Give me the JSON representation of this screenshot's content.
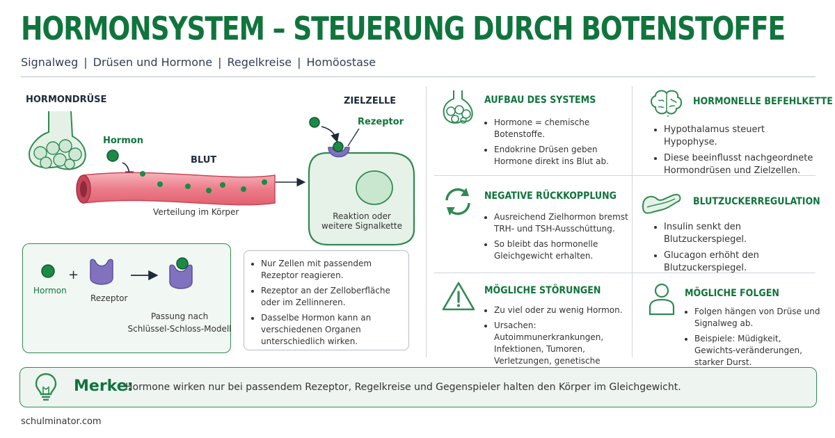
{
  "header": {
    "title": "Hormonsystem – Steuerung durch Botenstoffe",
    "subtitle_items": [
      "Signalweg",
      "Drüsen und Hormone",
      "Regelkreise",
      "Homöostase"
    ],
    "subtitle_separator": "|"
  },
  "diagram": {
    "gland_label": "HORMONDRÜSE",
    "hormone_label": "Hormon",
    "blood_label": "BLUT",
    "distribution_label": "Verteilung im Körper",
    "target_cell_label": "ZIELZELLE",
    "receptor_label": "Rezeptor",
    "reaction_label_line1": "Reaktion oder",
    "reaction_label_line2": "weitere Signalkette"
  },
  "lock_key_box": {
    "hormone_label": "Hormon",
    "plus": "+",
    "receptor_label": "Rezeptor",
    "caption_line1": "Passung nach",
    "caption_line2": "Schlüssel-Schloss-Modell"
  },
  "notes_box": {
    "items": [
      "Nur Zellen mit passendem Rezeptor reagieren.",
      "Rezeptor an der Zelloberfläche oder im Zellinneren.",
      "Dasselbe Hormon kann an verschiedenen Organen unterschiedlich wirken."
    ]
  },
  "sections": {
    "aufbau": {
      "title": "AUFBAU DES SYSTEMS",
      "icon": "gland-icon",
      "items": [
        "Hormone = chemische Botenstoffe.",
        "Endokrine Drüsen geben Hormone direkt ins Blut ab."
      ]
    },
    "befehlskette": {
      "title": "HORMONELLE BEFEHLKETTE",
      "icon": "brain-icon",
      "items": [
        "Hypothalamus steuert Hypophyse.",
        "Diese beeinflusst nachgeordnete Hormondrüsen und Zielzellen."
      ]
    },
    "rueckkopplung": {
      "title": "NEGATIVE RÜCKKOPPLUNG",
      "icon": "cycle-arrows-icon",
      "items": [
        "Ausreichend Zielhormon bremst TRH- und TSH-Ausschüttung.",
        "So bleibt das hormonelle Gleichgewicht erhalten."
      ]
    },
    "blutzucker": {
      "title": "BLUTZUCKERREGULATION",
      "icon": "pancreas-icon",
      "items": [
        "Insulin senkt den Blutzuckerspiegel.",
        "Glucagon erhöht den Blutzuckerspiegel."
      ]
    },
    "stoerungen": {
      "title": "MÖGLICHE STÖRUNGEN",
      "icon": "warning-icon",
      "items": [
        "Zu viel oder zu wenig Hormon.",
        "Ursachen: Autoimmunerkrankungen, Infektionen, Tumoren, Verletzungen, genetische Einflüsse."
      ]
    },
    "folgen": {
      "title": "MÖGLICHE FOLGEN",
      "icon": "person-icon",
      "items": [
        "Folgen hängen von Drüse und Signalweg ab.",
        "Beispiele: Müdigkeit, Gewichts-veränderungen, starker Durst."
      ]
    }
  },
  "merke": {
    "label": "Merke:",
    "text": "Hormone wirken nur bei passendem Rezeptor, Regelkreise und Gegenspieler halten den Körper im Gleichgewicht."
  },
  "footer": {
    "site": "schulminator.com"
  },
  "colors": {
    "green": "#10743d",
    "purple": "#7a6cb5",
    "blood": "#e8707e",
    "cell": "#e6f2e8"
  }
}
